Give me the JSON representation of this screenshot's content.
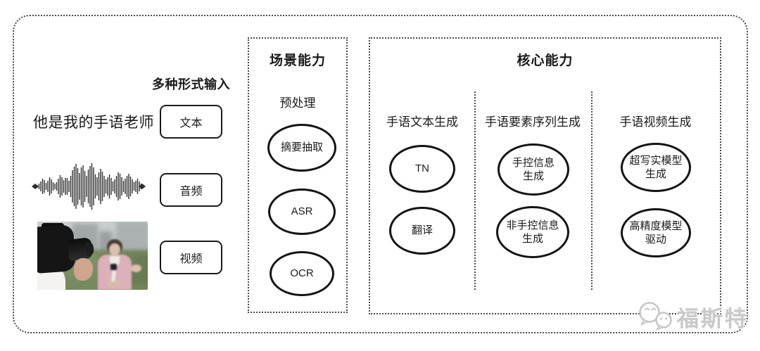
{
  "figure": {
    "input": {
      "header": "多种形式输入",
      "sample_text": "他是我的手语老师",
      "buttons": [
        {
          "label": "文本"
        },
        {
          "label": "音频"
        },
        {
          "label": "视频"
        }
      ],
      "icons": {
        "waveform": "audio-waveform-icon",
        "video": "reporter-interview-photo"
      }
    },
    "scene_box": {
      "title": "场景能力",
      "group_label": "预处理",
      "nodes": [
        {
          "label": "摘要抽取"
        },
        {
          "label": "ASR"
        },
        {
          "label": "OCR"
        }
      ]
    },
    "core_box": {
      "title": "核心能力",
      "columns": [
        {
          "header": "手语文本生成",
          "nodes": [
            {
              "label": "TN"
            },
            {
              "label": "翻译"
            }
          ]
        },
        {
          "header": "手语要素序列生成",
          "nodes": [
            {
              "label": "手控信息生成"
            },
            {
              "label": "非手控信息生成"
            }
          ]
        },
        {
          "header": "手语视频生成",
          "nodes": [
            {
              "label": "超写实模型生成"
            },
            {
              "label": "高精度模型驱动"
            }
          ]
        }
      ]
    },
    "watermark": {
      "text": "福斯特",
      "logo": "chat-bubbles-logo"
    },
    "colors": {
      "line": "#4a4a4a",
      "node_border": "#141414",
      "text": "#1a1a1a",
      "watermark": "#c9c9c9",
      "background": "#ffffff"
    }
  }
}
